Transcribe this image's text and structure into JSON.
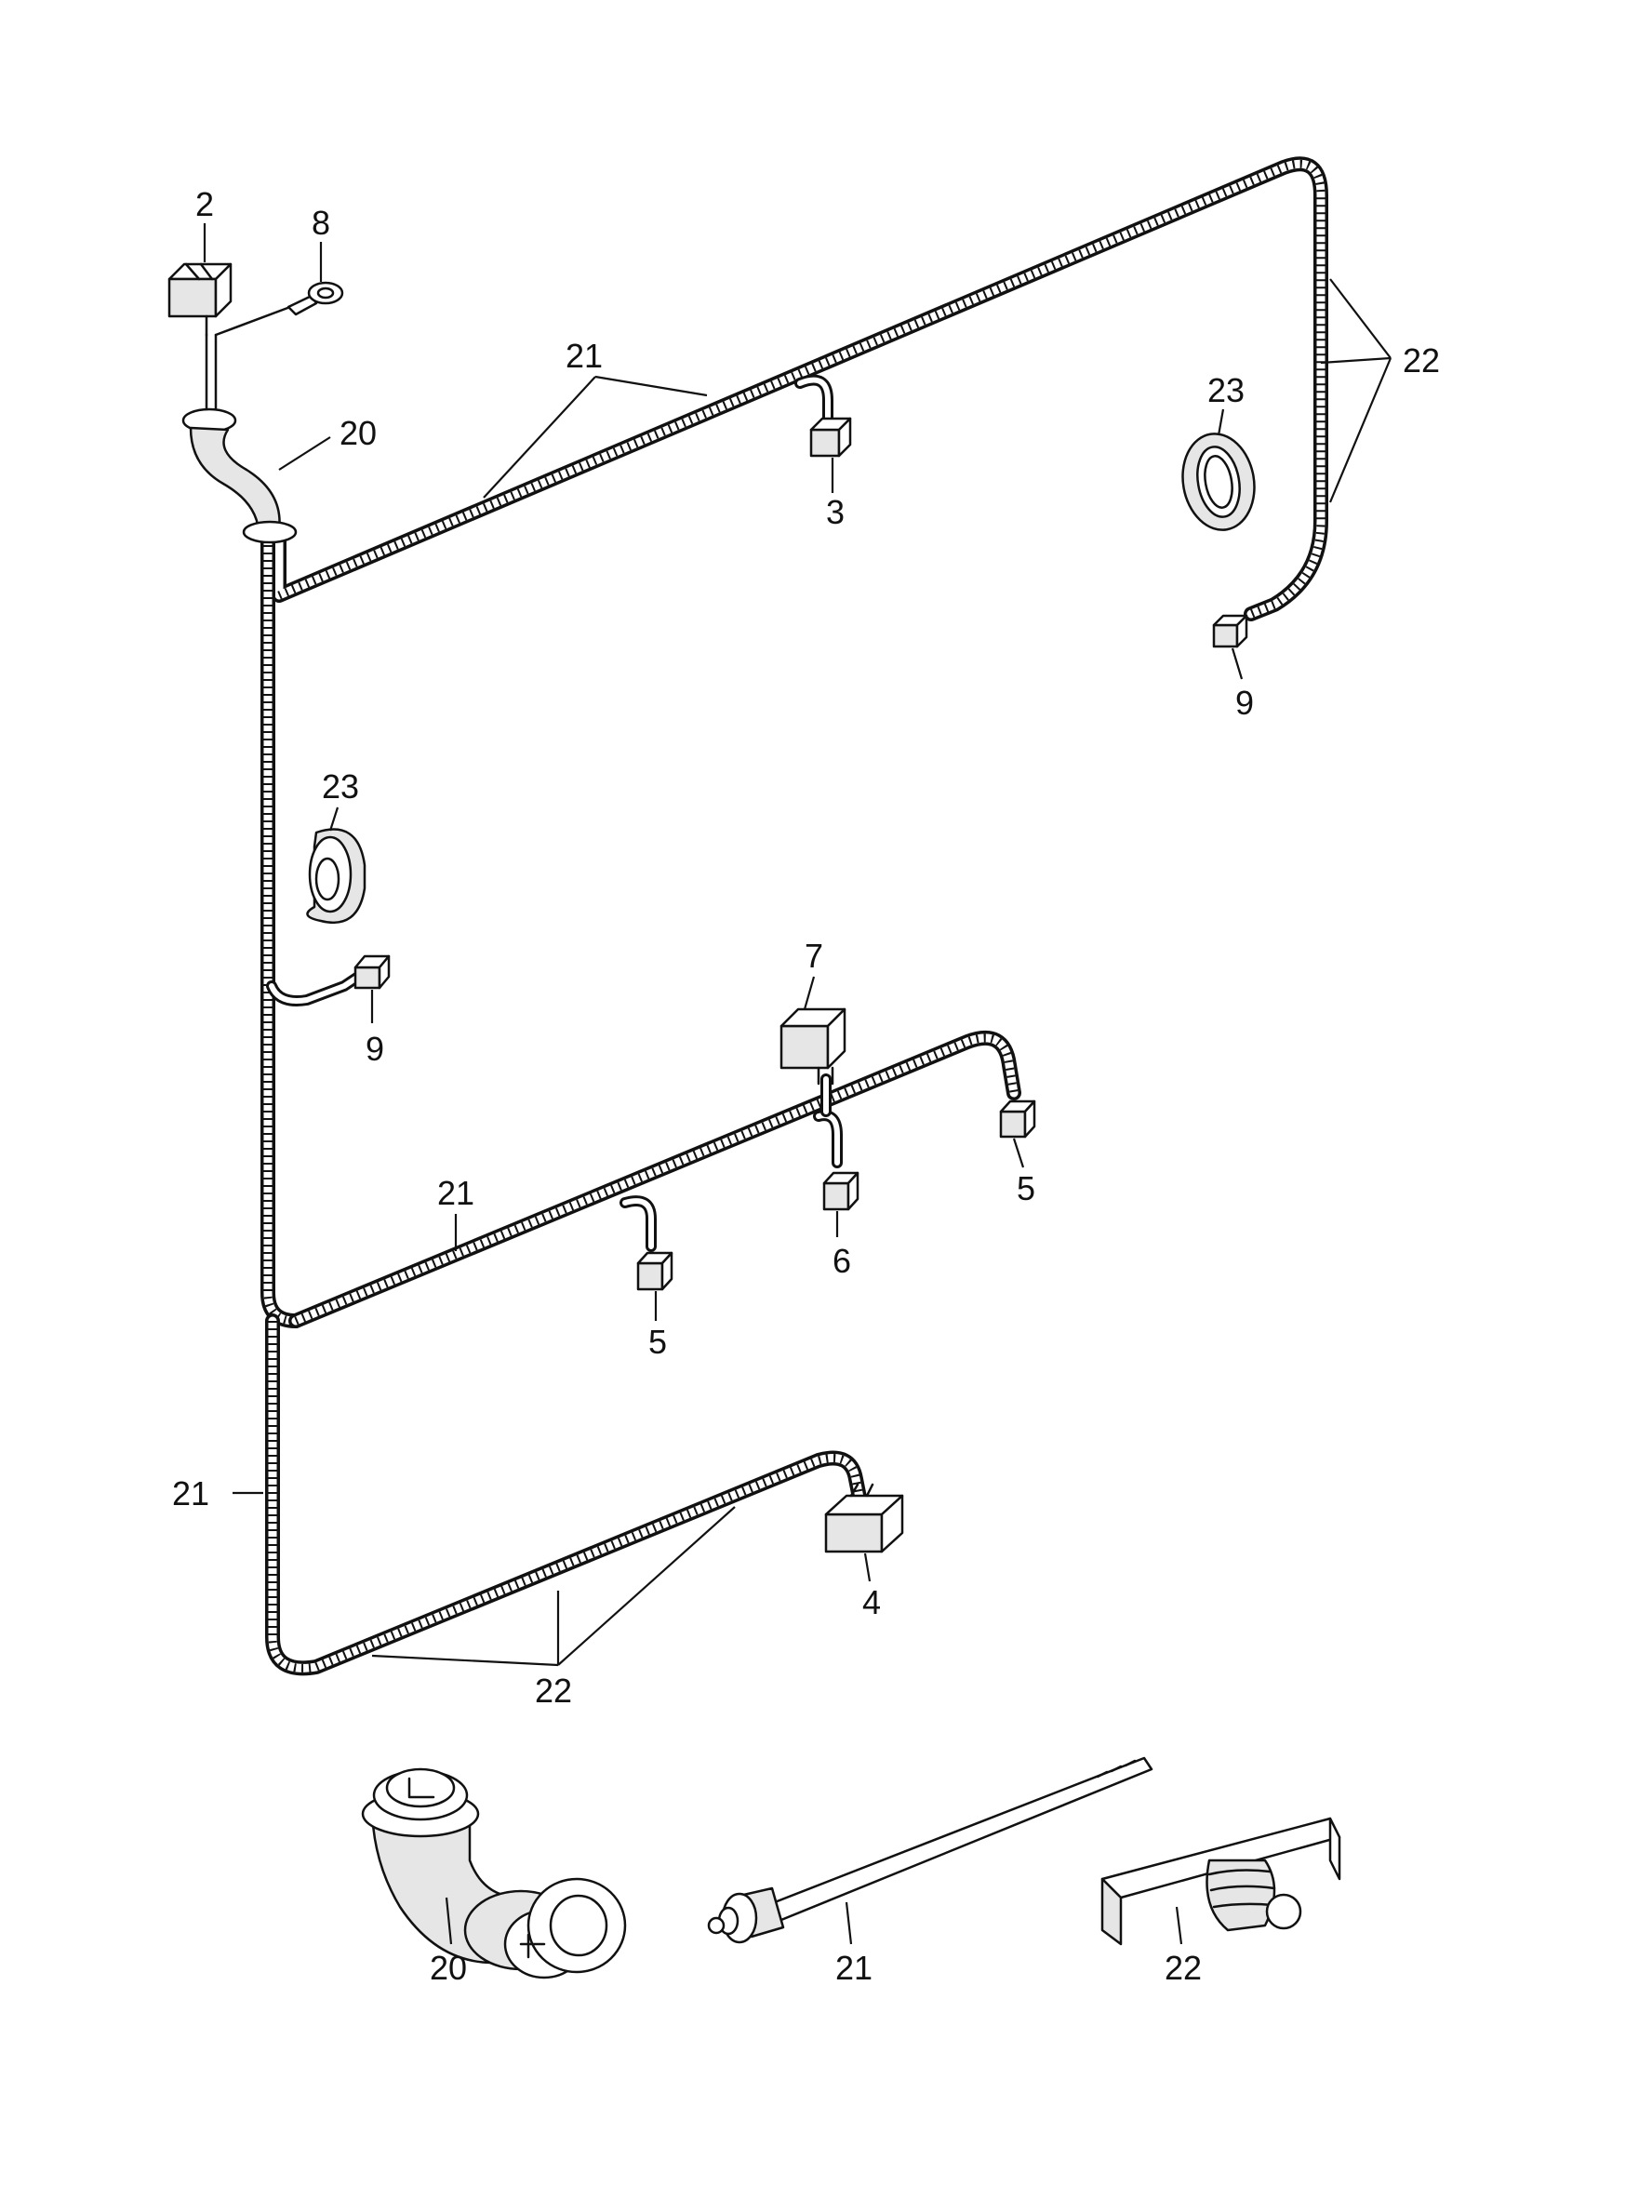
{
  "callouts": {
    "c2": "2",
    "c8": "8",
    "c20_top": "20",
    "c21_top": "21",
    "c3": "3",
    "c23_right": "23",
    "c22_right": "22",
    "c9_right": "9",
    "c23_left": "23",
    "c9_left": "9",
    "c7": "7",
    "c5_right": "5",
    "c6": "6",
    "c21_mid": "21",
    "c5_left": "5",
    "c21_left": "21",
    "c4": "4",
    "c22_bottom": "22",
    "c20_detail": "20",
    "c21_detail": "21",
    "c22_detail": "22"
  }
}
